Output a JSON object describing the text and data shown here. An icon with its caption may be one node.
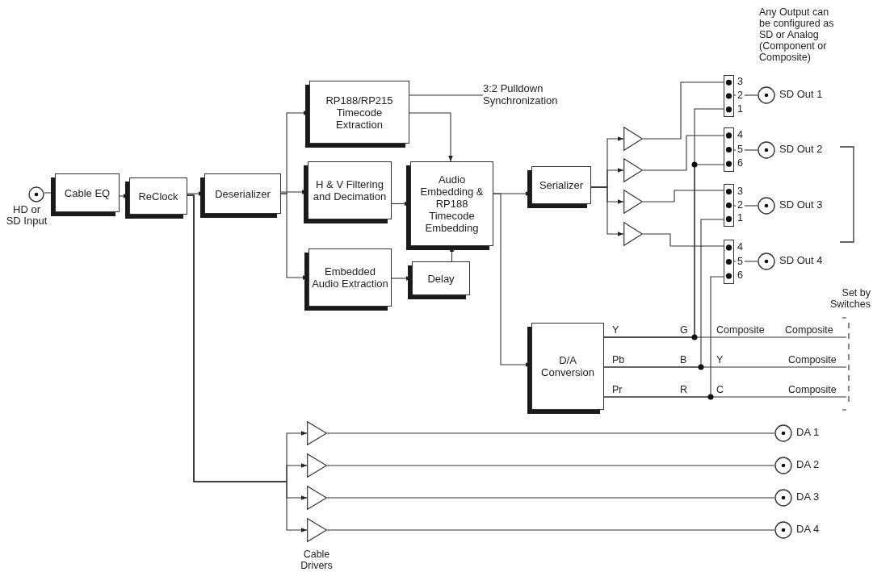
{
  "diagram": {
    "nodes": [
      {
        "text": [],
        "shape": "circle",
        "beside": [
          "HD or SD Input"
        ]
      },
      {
        "text": [
          "Cable EQ"
        ]
      },
      {
        "text": [
          "ReClock"
        ]
      },
      {
        "text": [
          "Deserializer"
        ]
      },
      {
        "text": [
          "RP188/RP215 Timecode Extraction"
        ]
      },
      {
        "text": [
          "H & V Filtering and Decimation"
        ]
      },
      {
        "text": [
          "Embedded Audio Extraction"
        ]
      },
      {
        "text": [
          "Audio Embedding & RP188 Timecode Embedding"
        ]
      },
      {
        "text": [
          "Delay"
        ]
      },
      {
        "text": [
          "3:2 Pulldown Synchronization"
        ]
      },
      {
        "text": [
          "Serializer"
        ]
      },
      {
        "text": [
          "D/A Conversion"
        ]
      },
      {
        "text": [],
        "shape": "triangle"
      },
      {
        "text": [],
        "shape": "triangle"
      },
      {
        "text": [],
        "shape": "triangle"
      },
      {
        "text": [],
        "shape": "triangle"
      },
      {
        "text": [],
        "shape": "box",
        "beside": [
          "3",
          "2",
          "1"
        ]
      },
      {
        "text": [],
        "shape": "box",
        "beside": [
          "4",
          "5",
          "6"
        ]
      },
      {
        "text": [],
        "shape": "box",
        "beside": [
          "3",
          "2",
          "1"
        ]
      },
      {
        "text": [],
        "shape": "box",
        "beside": [
          "4",
          "5",
          "6"
        ]
      },
      {
        "text": [],
        "shape": "circle",
        "beside": [
          "SD Out 1"
        ]
      },
      {
        "text": [],
        "shape": "circle",
        "beside": [
          "SD Out 2"
        ]
      },
      {
        "text": [],
        "shape": "circle",
        "beside": [
          "SD Out 3"
        ]
      },
      {
        "text": [],
        "shape": "circle",
        "beside": [
          "SD Out 4"
        ]
      },
      {
        "text": [],
        "shape": "triangle"
      },
      {
        "text": [],
        "shape": "triangle"
      },
      {
        "text": [],
        "shape": "triangle"
      },
      {
        "text": [],
        "shape": "triangle"
      },
      {
        "text": [],
        "shape": "circle",
        "beside": [
          "DA 1"
        ]
      },
      {
        "text": [],
        "shape": "circle",
        "beside": [
          "DA 2"
        ]
      },
      {
        "text": [],
        "shape": "circle",
        "beside": [
          "DA 3"
        ]
      },
      {
        "text": [],
        "shape": "circle",
        "beside": [
          "DA 4"
        ]
      }
    ],
    "edges": [
      {
        "from": 0,
        "to": 1,
        "arrow": "none"
      },
      {
        "from": 1,
        "to": 2,
        "arrow": "to"
      },
      {
        "from": 2,
        "to": 3,
        "arrow": "to"
      },
      {
        "from": 3,
        "to": 4,
        "arrow": "to"
      },
      {
        "from": 3,
        "to": 5,
        "arrow": "to"
      },
      {
        "from": 3,
        "to": 6,
        "arrow": "to"
      },
      {
        "from": 4,
        "to": 9,
        "arrow": "none"
      },
      {
        "from": 4,
        "to": 7,
        "arrow": "to"
      },
      {
        "from": 5,
        "to": 7,
        "arrow": "to"
      },
      {
        "from": 6,
        "to": 8,
        "arrow": "to"
      },
      {
        "from": 8,
        "to": 7,
        "arrow": "to"
      },
      {
        "from": 7,
        "to": 10,
        "arrow": "to"
      },
      {
        "from": 7,
        "to": 11,
        "arrow": "to"
      },
      {
        "from": 10,
        "to": 12,
        "arrow": "to"
      },
      {
        "from": 10,
        "to": 13,
        "arrow": "to"
      },
      {
        "from": 10,
        "to": 14,
        "arrow": "to"
      },
      {
        "from": 10,
        "to": 15,
        "arrow": "to"
      },
      {
        "from": 12,
        "to": 16,
        "arrow": "none"
      },
      {
        "from": 13,
        "to": 17,
        "arrow": "none"
      },
      {
        "from": 14,
        "to": 18,
        "arrow": "none"
      },
      {
        "from": 15,
        "to": 19,
        "arrow": "none"
      },
      {
        "from": 16,
        "to": 20,
        "arrow": "none"
      },
      {
        "from": 17,
        "to": 21,
        "arrow": "none"
      },
      {
        "from": 18,
        "to": 22,
        "arrow": "none"
      },
      {
        "from": 19,
        "to": 23,
        "arrow": "none"
      },
      {
        "from": 11,
        "to": 16,
        "arrow": "none"
      },
      {
        "from": 11,
        "to": 17,
        "arrow": "none"
      },
      {
        "from": 11,
        "to": 18,
        "arrow": "none"
      },
      {
        "from": 11,
        "to": 19,
        "arrow": "none"
      },
      {
        "from": 11,
        "to": null,
        "arrow": "none"
      },
      {
        "from": 11,
        "to": null,
        "arrow": "none"
      },
      {
        "from": 11,
        "to": null,
        "arrow": "none"
      },
      {
        "from": 2,
        "to": 24,
        "arrow": "to"
      },
      {
        "from": 2,
        "to": 25,
        "arrow": "to"
      },
      {
        "from": 2,
        "to": 26,
        "arrow": "to"
      },
      {
        "from": 2,
        "to": 27,
        "arrow": "to"
      },
      {
        "from": 24,
        "to": 28,
        "arrow": "none"
      },
      {
        "from": 25,
        "to": 29,
        "arrow": "none"
      },
      {
        "from": 26,
        "to": 30,
        "arrow": "none"
      },
      {
        "from": 27,
        "to": 31,
        "arrow": "none"
      }
    ],
    "labels": [
      "Any Output can be configured as SD or Analog (Component or Composite)",
      "Y",
      "G",
      "Composite",
      "Composite",
      "Pb",
      "B",
      "Y",
      "Composite",
      "Pr",
      "R",
      "C",
      "Composite",
      "Set by Switches",
      "Cable Drivers"
    ]
  }
}
